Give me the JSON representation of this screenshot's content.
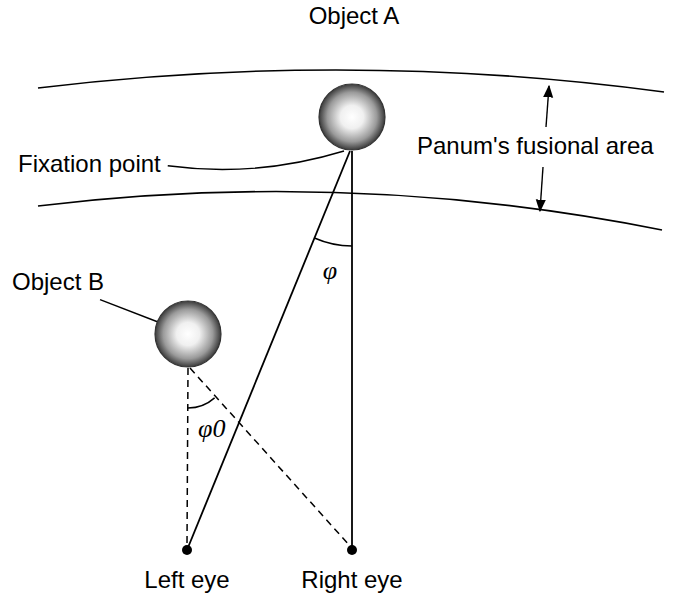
{
  "diagram": {
    "labels": [
      "Object A",
      "Fixation point",
      "Panum's fusional area",
      "Object B",
      "φ",
      "φ0",
      "Left eye",
      "Right eye"
    ]
  }
}
